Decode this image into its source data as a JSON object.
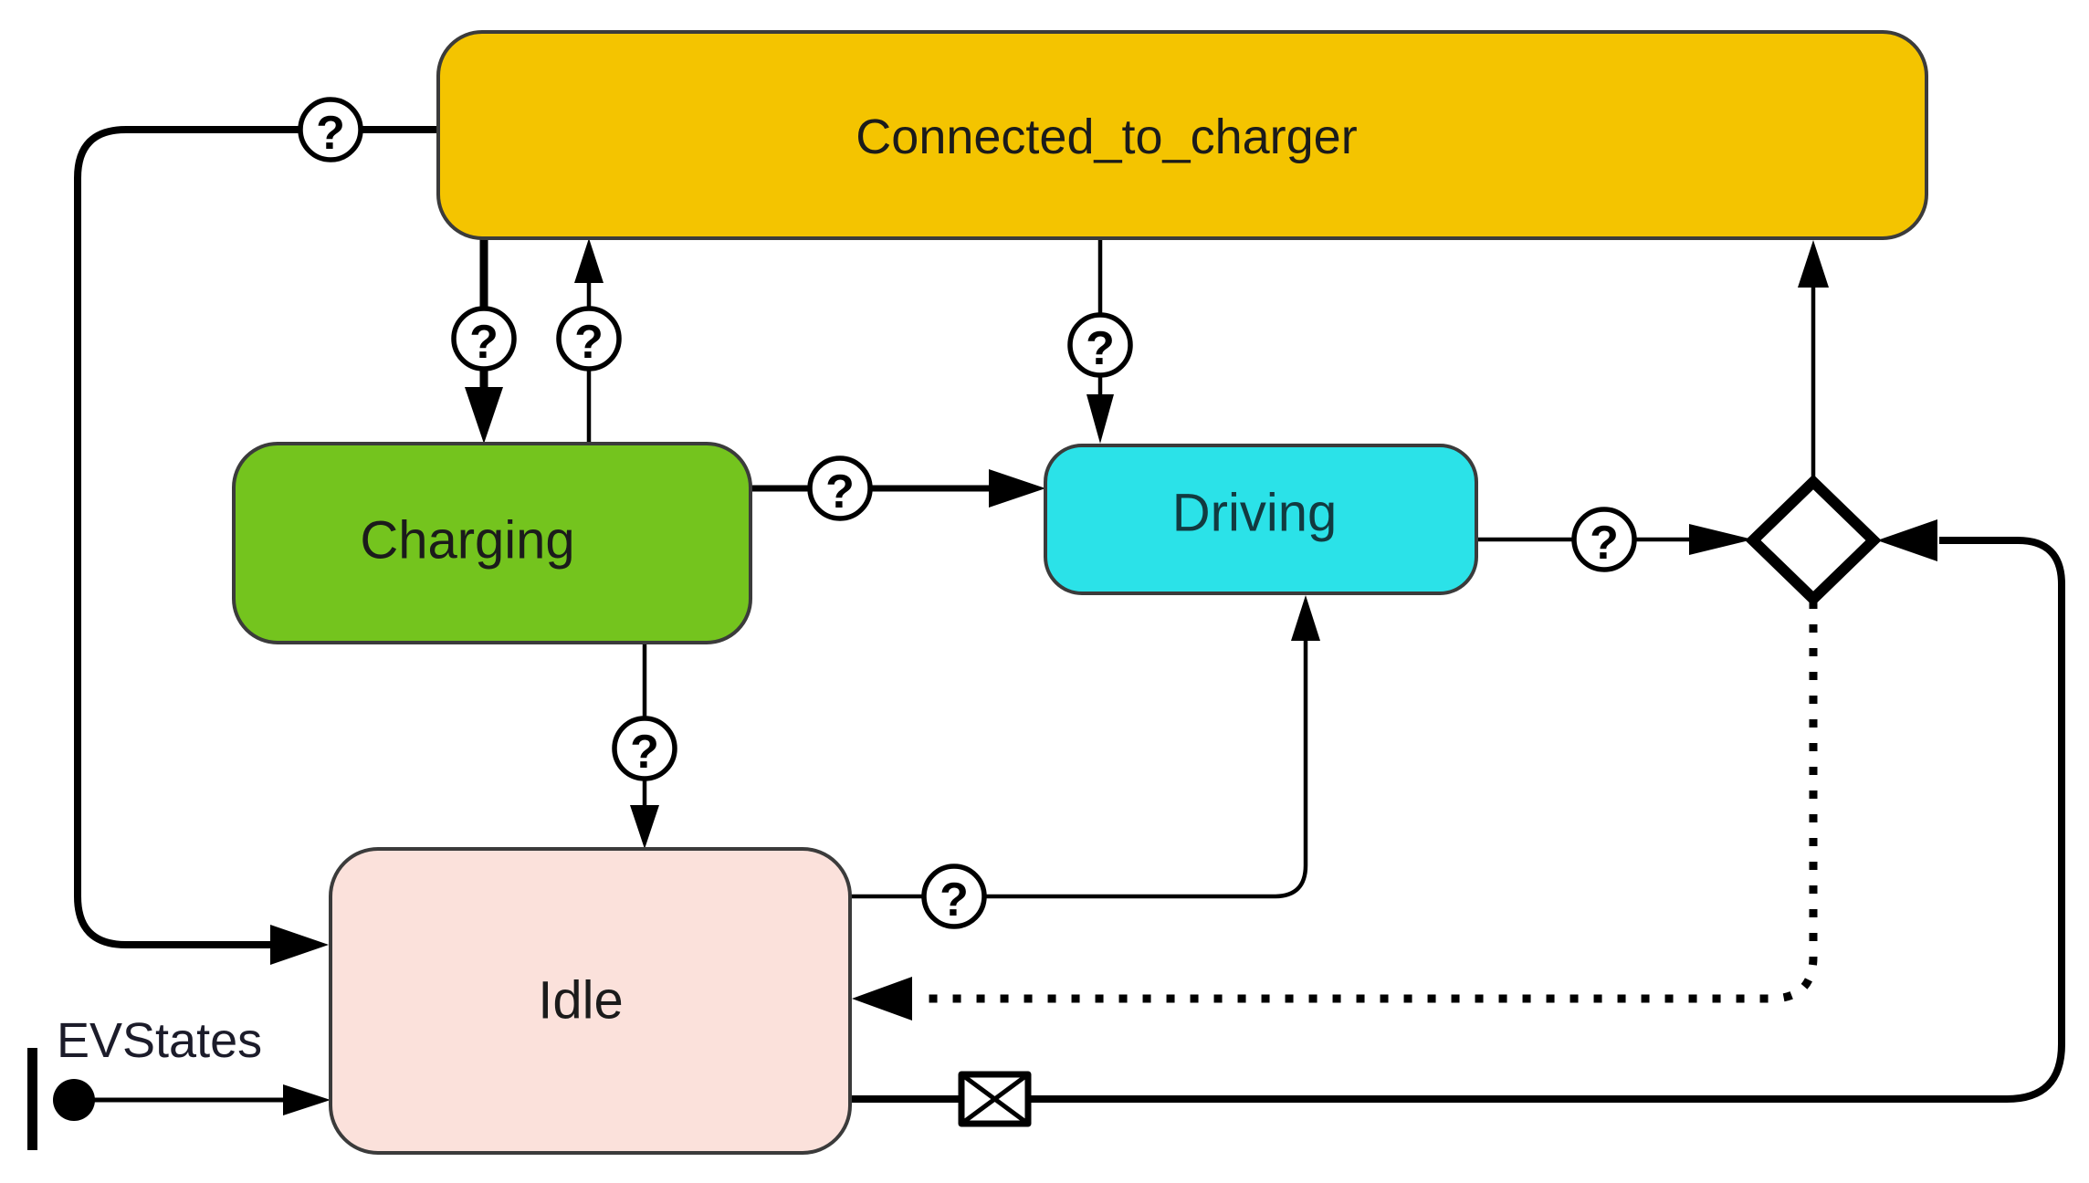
{
  "chart": {
    "name": "EVStates",
    "type": "state-machine-diagram"
  },
  "colors": {
    "connected_fill": "#F4C400",
    "charging_fill": "#74C41E",
    "driving_fill": "#2BE2E8",
    "idle_fill": "#FBE1DB",
    "state_border": "#3B3B3B",
    "line": "#000000",
    "junction_fill": "#FFFFFF"
  },
  "states": {
    "connected": {
      "label": "Connected_to_charger"
    },
    "charging": {
      "label": "Charging"
    },
    "driving": {
      "label": "Driving"
    },
    "idle": {
      "label": "Idle"
    }
  },
  "icons": {
    "guard_badge": "question-mark-badge",
    "message": "message-envelope-icon",
    "junction": "connective-junction-diamond",
    "initial": "initial-state-dot"
  },
  "transitions": [
    {
      "from": "Connected_to_charger",
      "to": "Idle",
      "weight": "thick",
      "pattern": "solid",
      "guard": "?"
    },
    {
      "from": "Connected_to_charger",
      "to": "Charging",
      "weight": "thick",
      "pattern": "solid",
      "guard": "?"
    },
    {
      "from": "Charging",
      "to": "Connected_to_charger",
      "weight": "thin",
      "pattern": "solid",
      "guard": "?"
    },
    {
      "from": "Connected_to_charger",
      "to": "Driving",
      "weight": "thin",
      "pattern": "solid",
      "guard": "?"
    },
    {
      "from": "Charging",
      "to": "Driving",
      "weight": "thick",
      "pattern": "solid",
      "guard": "?"
    },
    {
      "from": "Driving",
      "to": "junction",
      "weight": "thin",
      "pattern": "solid",
      "guard": "?"
    },
    {
      "from": "junction",
      "to": "Connected_to_charger",
      "weight": "thin",
      "pattern": "solid",
      "guard": ""
    },
    {
      "from": "junction",
      "to": "Idle",
      "weight": "thick",
      "pattern": "dotted",
      "guard": ""
    },
    {
      "from": "Charging",
      "to": "Idle",
      "weight": "thin",
      "pattern": "solid",
      "guard": "?"
    },
    {
      "from": "Idle",
      "to": "Driving",
      "weight": "thin",
      "pattern": "solid",
      "guard": "?"
    },
    {
      "from": "Idle",
      "to": "junction",
      "weight": "thick",
      "pattern": "solid",
      "guard": "",
      "icon": "message-envelope"
    },
    {
      "from": "initial",
      "to": "Idle",
      "weight": "thin",
      "pattern": "solid",
      "guard": ""
    }
  ]
}
